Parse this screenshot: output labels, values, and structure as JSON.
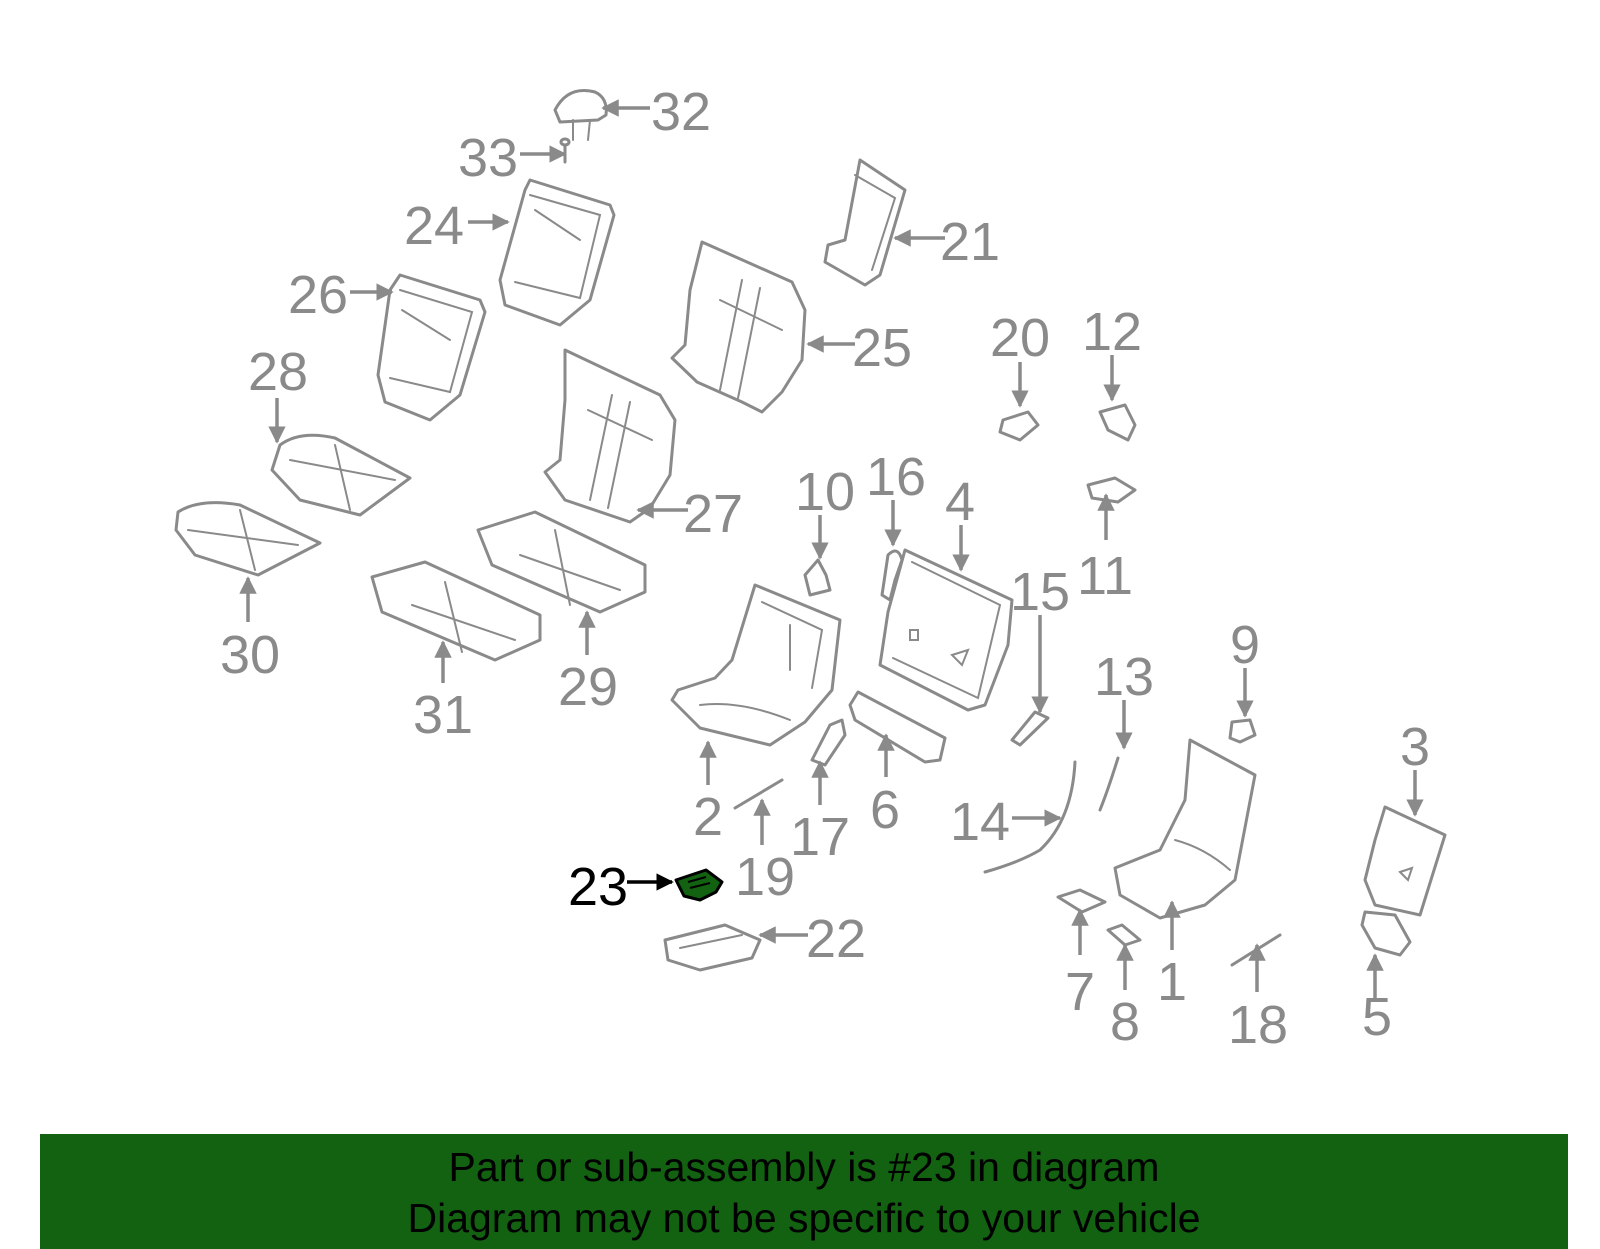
{
  "diagram": {
    "highlight_part": "23",
    "highlight_color": "#126211",
    "line_color": "#8a8a8a",
    "callouts": [
      "32",
      "33",
      "24",
      "21",
      "26",
      "25",
      "28",
      "20",
      "12",
      "27",
      "10",
      "16",
      "4",
      "11",
      "15",
      "30",
      "29",
      "31",
      "13",
      "9",
      "2",
      "6",
      "17",
      "14",
      "3",
      "19",
      "23",
      "22",
      "7",
      "1",
      "8",
      "18",
      "5"
    ]
  },
  "banner": {
    "line1": "Part or sub-assembly is #23 in diagram",
    "line2": "Diagram may not be specific to your vehicle",
    "background": "#126211"
  }
}
